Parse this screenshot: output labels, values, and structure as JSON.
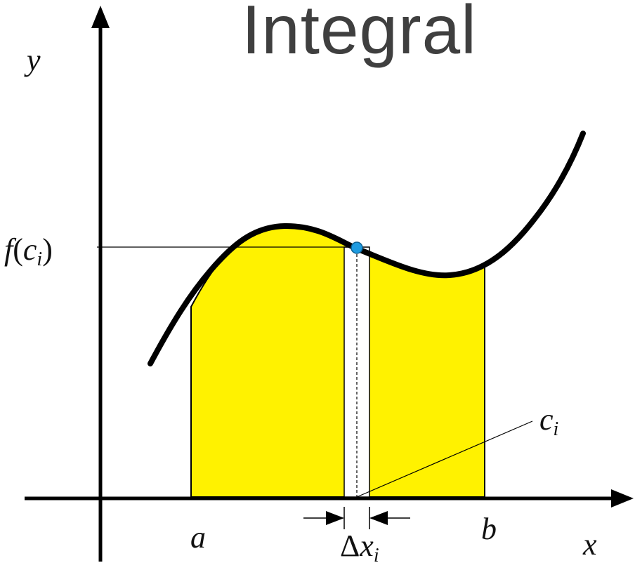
{
  "title": "Integral",
  "labels": {
    "y_axis": "y",
    "x_axis": "x",
    "a": "a",
    "b": "b",
    "fci_f": "f",
    "fci_open": "(",
    "fci_c": "c",
    "fci_i": "i",
    "fci_close": ")",
    "ci_c": "c",
    "ci_i": "i",
    "dx_delta": "Δ",
    "dx_x": "x",
    "dx_i": "i"
  },
  "colors": {
    "fill": "#FFF200",
    "curve": "#000000",
    "point": "#1E9BE0",
    "title": "#3F3F3F"
  }
}
